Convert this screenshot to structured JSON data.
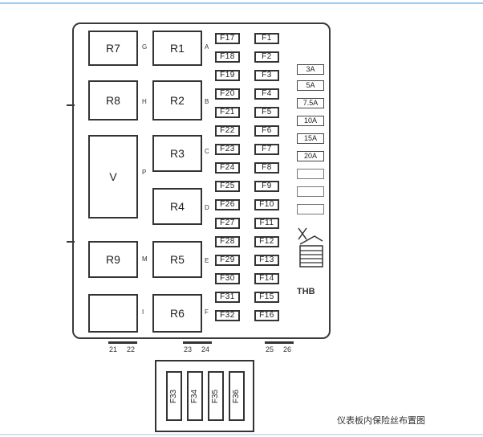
{
  "relays": [
    {
      "label": "R7",
      "pin": "G"
    },
    {
      "label": "R1",
      "pin": "A"
    },
    {
      "label": "R8",
      "pin": "H"
    },
    {
      "label": "R2",
      "pin": "B"
    },
    {
      "label": "V",
      "pin": "P"
    },
    {
      "label": "R3",
      "pin": "C"
    },
    {
      "label": "R4",
      "pin": "D"
    },
    {
      "label": "R9",
      "pin": "M"
    },
    {
      "label": "R5",
      "pin": "E"
    },
    {
      "label": "",
      "pin": "I"
    },
    {
      "label": "R6",
      "pin": "F"
    }
  ],
  "fuses_left": [
    "F17",
    "F18",
    "F19",
    "F20",
    "F21",
    "F22",
    "F23",
    "F24",
    "F25",
    "F26",
    "F27",
    "F28",
    "F29",
    "F30",
    "F31",
    "F32"
  ],
  "fuses_right": [
    "F1",
    "F2",
    "F3",
    "F4",
    "F5",
    "F6",
    "F7",
    "F8",
    "F9",
    "F10",
    "F11",
    "F12",
    "F13",
    "F14",
    "F15",
    "F16"
  ],
  "spare_fuses": [
    "3A",
    "5A",
    "7.5A",
    "10A",
    "15A",
    "20A",
    "",
    "",
    ""
  ],
  "marker": "THB",
  "connectors": [
    "21",
    "22",
    "23",
    "24",
    "25",
    "26"
  ],
  "plug_fuses": [
    "F33",
    "F34",
    "F35",
    "F36"
  ],
  "caption": "仪表板内保险丝布置图"
}
